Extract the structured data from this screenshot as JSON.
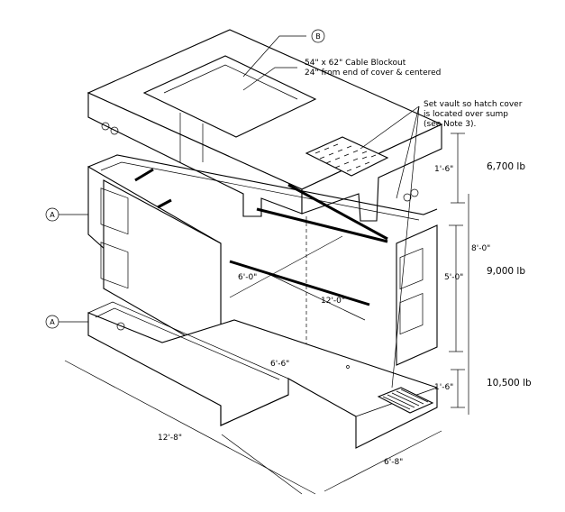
{
  "callouts": {
    "top_ref": "B",
    "side_ref_upper": "A",
    "side_ref_lower": "A",
    "cable_blockout_line1": "54\" x 62\" Cable Blockout",
    "cable_blockout_line2": "24\" from end of cover & centered",
    "hatch_line1": "Set vault so hatch cover",
    "hatch_line2": "is located over sump",
    "hatch_line3": "(see Note 3)."
  },
  "weights": {
    "cover": "6,700 lb",
    "walls": "9,000 lb",
    "base": "10,500 lb"
  },
  "dimensions": {
    "cover_height": "1'-6\"",
    "overall_height": "8'-0\"",
    "wall_height": "5'-0\"",
    "base_height": "1'-6\"",
    "inside_width": "6'-0\"",
    "inside_length": "12'-0\"",
    "sump_depth": "6'-6\"",
    "outside_length": "12'-8\"",
    "outside_width": "6'-8\""
  }
}
